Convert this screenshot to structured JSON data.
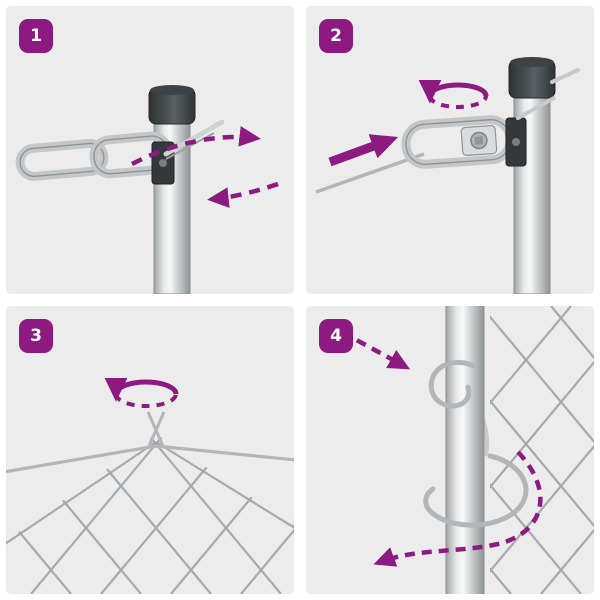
{
  "title": "fence-wire-tensioner-installation-steps",
  "colors": {
    "accent": "#8d1a80",
    "panel_bg": "#ececec",
    "metal_light": "#e8eaea",
    "metal_dark": "#9ea3a5",
    "cap": "#34393c",
    "wire": "#b2b6b8",
    "mesh": "#9fa4a6"
  },
  "steps": [
    {
      "number": "1",
      "icons": [
        "dashed-arrow-right-icon",
        "dashed-arrow-left-icon"
      ],
      "parts": [
        "fence-post",
        "post-cap",
        "wire-tensioner",
        "mounting-bracket",
        "locking-pin"
      ]
    },
    {
      "number": "2",
      "icons": [
        "rotation-arrow-icon",
        "solid-arrow-right-icon"
      ],
      "parts": [
        "fence-post",
        "post-cap",
        "wire-tensioner",
        "mounting-bracket",
        "tension-wire"
      ]
    },
    {
      "number": "3",
      "icons": [
        "rotation-arrow-icon"
      ],
      "parts": [
        "chain-link-mesh",
        "tension-wire",
        "wire-twist"
      ]
    },
    {
      "number": "4",
      "icons": [
        "dashed-arrow-down-icon",
        "dashed-wrap-arrow-icon"
      ],
      "parts": [
        "fence-post",
        "chain-link-mesh",
        "wire-hook",
        "wrap-wire"
      ]
    }
  ]
}
